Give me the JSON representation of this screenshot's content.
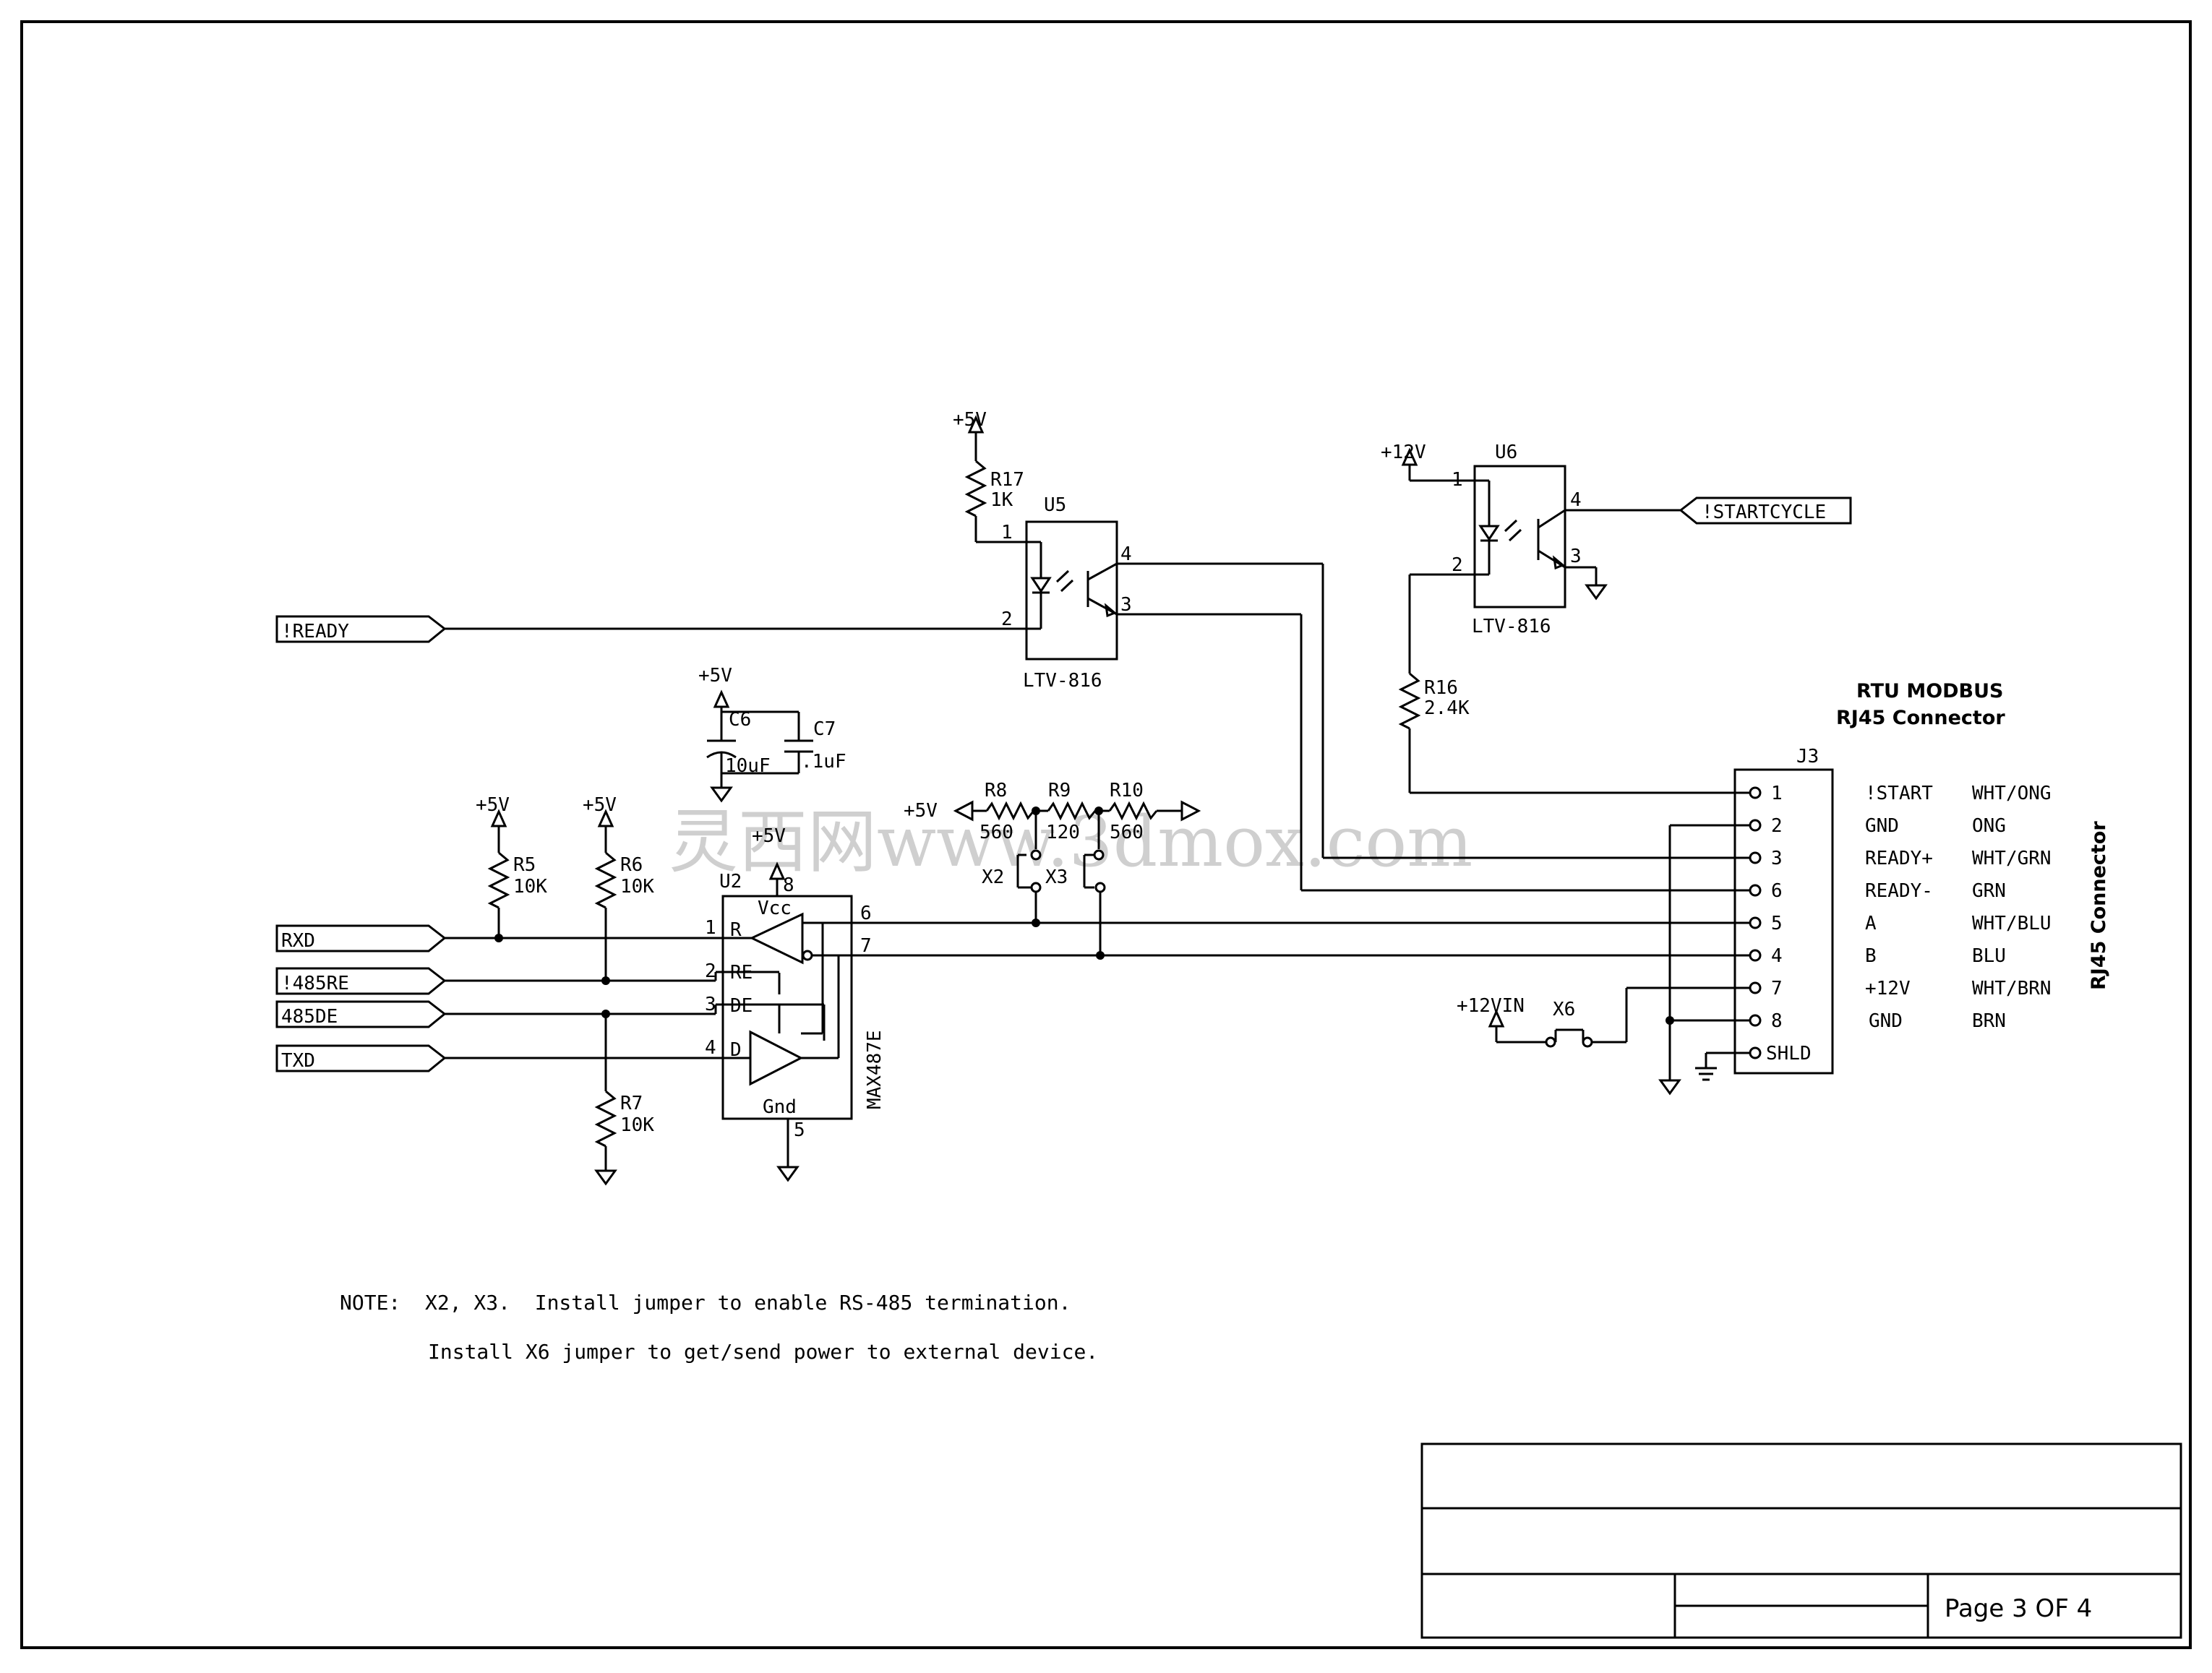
{
  "ports": {
    "ready": "!READY",
    "rxd": "RXD",
    "re": "!485RE",
    "de": "485DE",
    "txd": "TXD",
    "startcycle": "!STARTCYCLE"
  },
  "power": {
    "p5v": "+5V",
    "p12v": "+12V",
    "p12vin": "+12VIN"
  },
  "parts": {
    "r5": {
      "ref": "R5",
      "val": "10K"
    },
    "r6": {
      "ref": "R6",
      "val": "10K"
    },
    "r7": {
      "ref": "R7",
      "val": "10K"
    },
    "r8": {
      "ref": "R8",
      "val": "560"
    },
    "r9": {
      "ref": "R9",
      "val": "120"
    },
    "r10": {
      "ref": "R10",
      "val": "560"
    },
    "r16": {
      "ref": "R16",
      "val": "2.4K"
    },
    "r17": {
      "ref": "R17",
      "val": "1K"
    },
    "c6": {
      "ref": "C6",
      "val": "10uF"
    },
    "c7": {
      "ref": "C7",
      "val": ".1uF"
    },
    "x2": "X2",
    "x3": "X3",
    "x6": "X6",
    "u5": {
      "ref": "U5",
      "part": "LTV-816"
    },
    "u6": {
      "ref": "U6",
      "part": "LTV-816"
    },
    "u2": {
      "ref": "U2",
      "part": "MAX487E",
      "vcc": "Vcc",
      "gnd": "Gnd",
      "pin_r": "R",
      "pin_re": "RE",
      "pin_de": "DE",
      "pin_d": "D"
    },
    "j3": {
      "ref": "J3",
      "shld": "SHLD"
    }
  },
  "pins": [
    "1",
    "2",
    "3",
    "4",
    "5",
    "6",
    "7",
    "8"
  ],
  "connector": {
    "title1": "RTU MODBUS",
    "title2": "RJ45 Connector",
    "side": "RJ45 Connector",
    "rows": [
      {
        "pin": "1",
        "signal": "!START",
        "color": "WHT/ONG"
      },
      {
        "pin": "2",
        "signal": "GND",
        "color": "ONG"
      },
      {
        "pin": "3",
        "signal": "READY+",
        "color": "WHT/GRN"
      },
      {
        "pin": "6",
        "signal": "READY-",
        "color": "GRN"
      },
      {
        "pin": "5",
        "signal": "A",
        "color": "WHT/BLU"
      },
      {
        "pin": "4",
        "signal": "B",
        "color": "BLU"
      },
      {
        "pin": "7",
        "signal": "+12V",
        "color": "WHT/BRN"
      },
      {
        "pin": "8",
        "signal": "GND",
        "color": "BRN"
      }
    ]
  },
  "notes": {
    "line1": "NOTE:  X2, X3.  Install jumper to enable RS-485 termination.",
    "line2": "Install X6 jumper to get/send power to external device."
  },
  "title_block": {
    "page": "Page 3 OF 4"
  },
  "watermark": "灵西网www.3dmox.com",
  "colors": {
    "ink": "#000000",
    "paper": "#ffffff",
    "watermark": "#cfcfcf"
  }
}
